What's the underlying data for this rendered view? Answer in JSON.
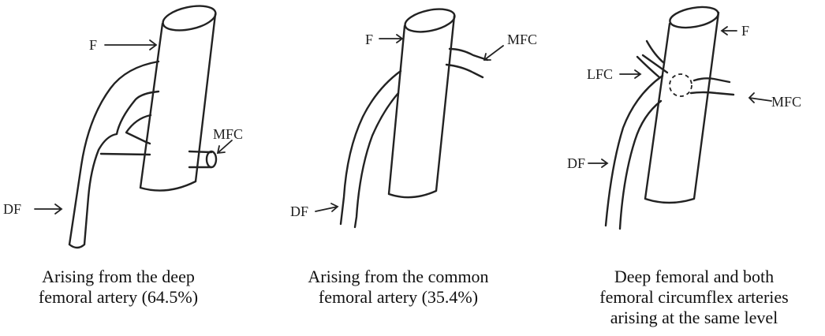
{
  "panels": [
    {
      "labels": {
        "f": "F",
        "mfc": "MFC",
        "df": "DF"
      },
      "caption": [
        "Arising from the deep",
        "femoral artery (64.5%)"
      ]
    },
    {
      "labels": {
        "f": "F",
        "mfc": "MFC",
        "df": "DF"
      },
      "caption": [
        "Arising from the common",
        "femoral artery (35.4%)"
      ]
    },
    {
      "labels": {
        "f": "F",
        "lfc": "LFC",
        "mfc": "MFC",
        "df": "DF"
      },
      "caption": [
        "Deep femoral and both",
        "femoral circumflex arteries",
        "arising at the same level"
      ]
    }
  ]
}
